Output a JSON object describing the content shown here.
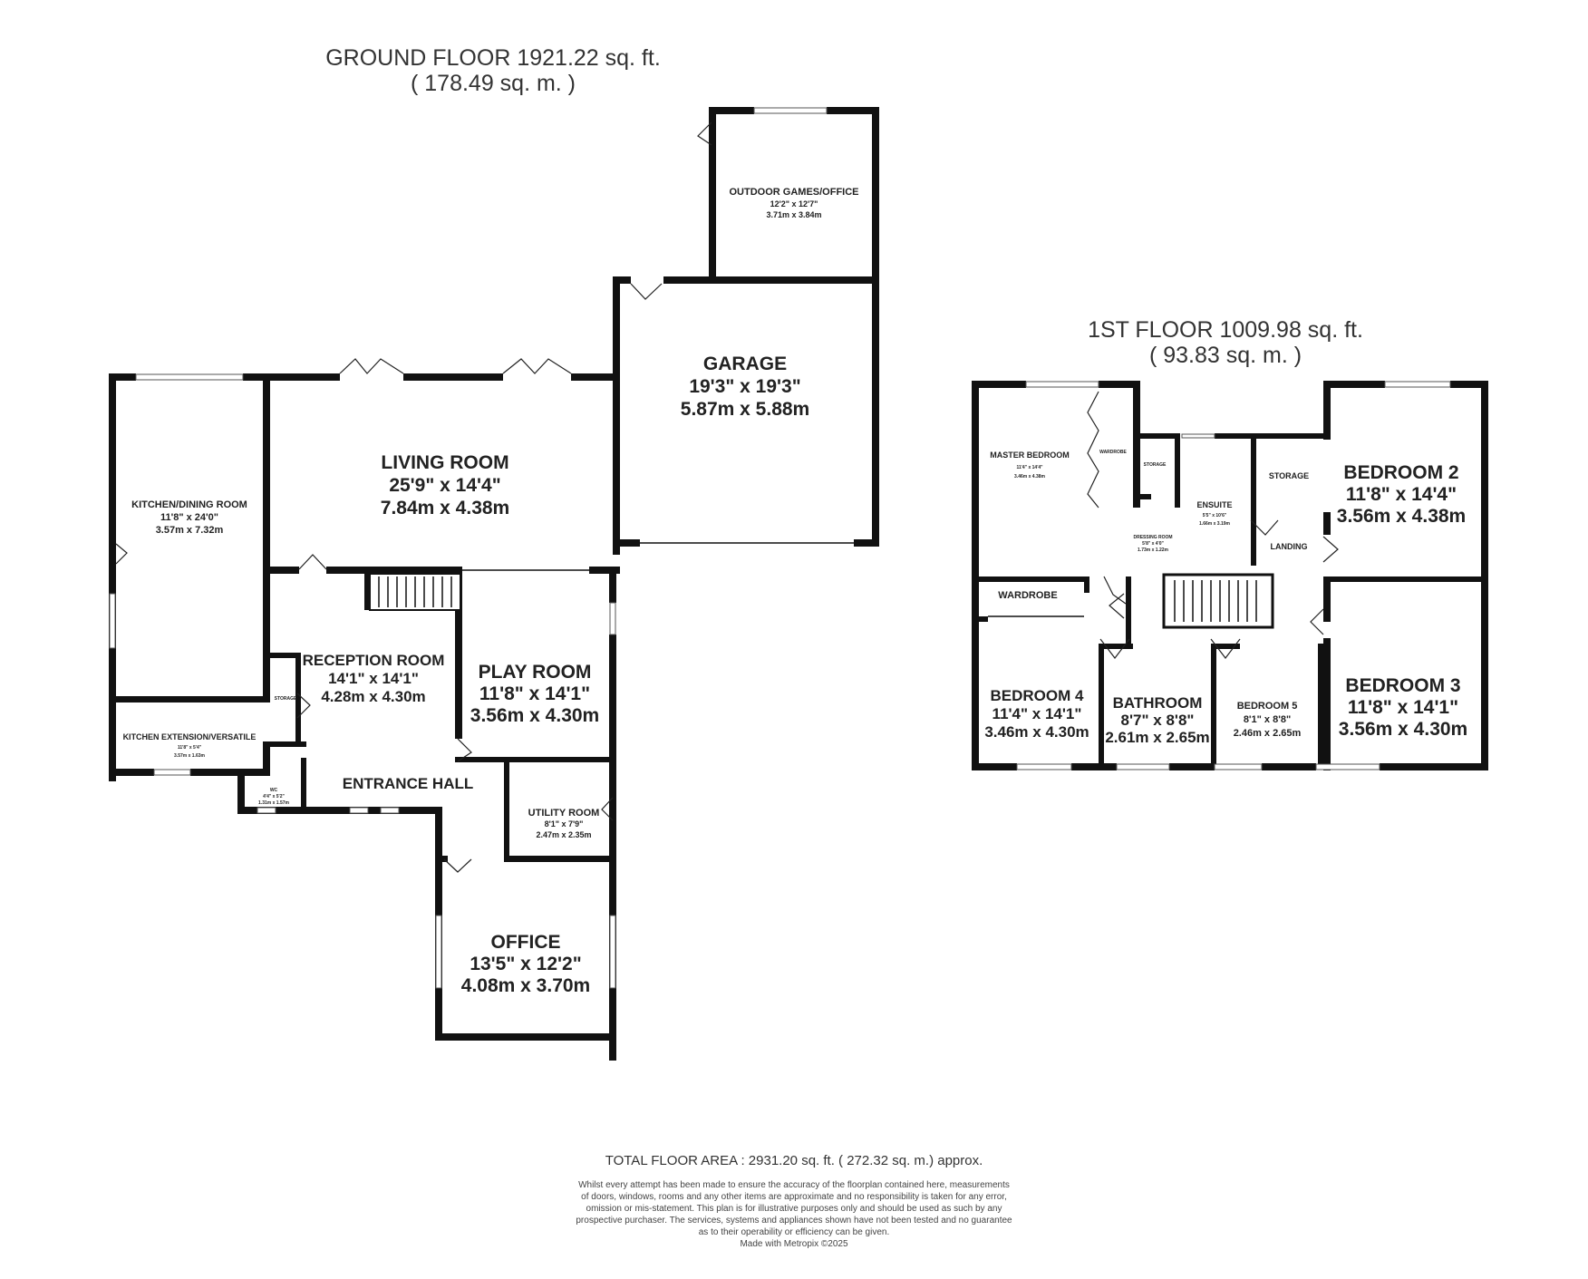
{
  "ground_floor": {
    "title": "GROUND FLOOR 1921.22 sq. ft.",
    "subtitle": "( 178.49 sq. m. )",
    "rooms": {
      "outdoor_games": {
        "name": "OUTDOOR GAMES/OFFICE",
        "imperial": "12'2\" x 12'7\"",
        "metric": "3.71m x 3.84m"
      },
      "garage": {
        "name": "GARAGE",
        "imperial": "19'3\" x 19'3\"",
        "metric": "5.87m x 5.88m"
      },
      "living": {
        "name": "LIVING ROOM",
        "imperial": "25'9\" x 14'4\"",
        "metric": "7.84m x 4.38m"
      },
      "kitchen_dining": {
        "name": "KITCHEN/DINING ROOM",
        "imperial": "11'8\" x 24'0\"",
        "metric": "3.57m x 7.32m"
      },
      "reception": {
        "name": "RECEPTION ROOM",
        "imperial": "14'1\" x 14'1\"",
        "metric": "4.28m x 4.30m"
      },
      "play": {
        "name": "PLAY ROOM",
        "imperial": "11'8\" x 14'1\"",
        "metric": "3.56m x 4.30m"
      },
      "kitchen_ext": {
        "name": "KITCHEN EXTENSION/VERSATILE",
        "imperial": "11'8\" x 5'4\"",
        "metric": "3.57m x 1.63m"
      },
      "entrance": {
        "name": "ENTRANCE HALL"
      },
      "wc": {
        "name": "WC",
        "imperial": "4'4\" x 5'2\"",
        "metric": "1.31m x 1.57m"
      },
      "utility": {
        "name": "UTILITY ROOM",
        "imperial": "8'1\" x 7'9\"",
        "metric": "2.47m x 2.35m"
      },
      "office": {
        "name": "OFFICE",
        "imperial": "13'5\" x 12'2\"",
        "metric": "4.08m x 3.70m"
      },
      "storage": {
        "name": "STORAGE"
      }
    }
  },
  "first_floor": {
    "title": "1ST FLOOR 1009.98 sq. ft.",
    "subtitle": "( 93.83 sq. m. )",
    "rooms": {
      "master": {
        "name": "MASTER BEDROOM",
        "imperial": "11'4\" x 14'4\"",
        "metric": "3.46m x 4.38m"
      },
      "wardrobe_small": {
        "name": "WARDROBE"
      },
      "storage_a": {
        "name": "STORAGE"
      },
      "ensuite": {
        "name": "ENSUITE",
        "imperial": "5'5\" x 10'6\"",
        "metric": "1.66m x 3.19m"
      },
      "storage_b": {
        "name": "STORAGE"
      },
      "bedroom2": {
        "name": "BEDROOM 2",
        "imperial": "11'8\" x 14'4\"",
        "metric": "3.56m x 4.38m"
      },
      "landing": {
        "name": "LANDING"
      },
      "dressing": {
        "name": "DRESSING ROOM",
        "imperial": "5'8\" x 4'0\"",
        "metric": "1.73m x 1.22m"
      },
      "wardrobe": {
        "name": "WARDROBE"
      },
      "bedroom4": {
        "name": "BEDROOM 4",
        "imperial": "11'4\" x 14'1\"",
        "metric": "3.46m x 4.30m"
      },
      "bathroom": {
        "name": "BATHROOM",
        "imperial": "8'7\" x 8'8\"",
        "metric": "2.61m x 2.65m"
      },
      "bedroom5": {
        "name": "BEDROOM 5",
        "imperial": "8'1\" x 8'8\"",
        "metric": "2.46m x 2.65m"
      },
      "bedroom3": {
        "name": "BEDROOM 3",
        "imperial": "11'8\" x 14'1\"",
        "metric": "3.56m x 4.30m"
      }
    }
  },
  "footer": {
    "total": "TOTAL FLOOR AREA : 2931.20 sq. ft. ( 272.32 sq. m.) approx.",
    "disclaimer_lines": [
      "Whilst every attempt has been made to ensure the accuracy of the floorplan contained here, measurements",
      "of doors, windows, rooms and any other items are approximate and no responsibility is taken for any error,",
      "omission or mis-statement. This plan is for illustrative purposes only and should be used as such by any",
      "prospective purchaser. The services, systems and appliances shown have not been tested and no guarantee",
      "as to their operability or efficiency can be given."
    ],
    "credit": "Made with Metropix ©2025"
  }
}
